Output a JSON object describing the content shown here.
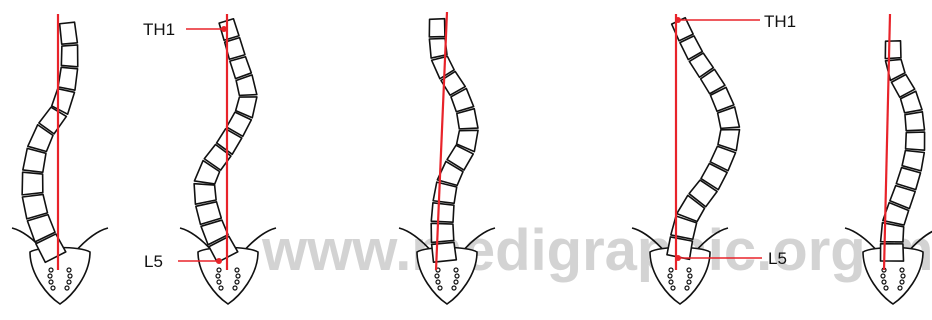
{
  "colors": {
    "plumb_line": "#e8232a",
    "outline": "#111111",
    "watermark": "#cfcfcf"
  },
  "watermark": "www.medigraphic.org.mx",
  "labels": {
    "th1_left": "TH1",
    "l5_left": "L5",
    "th1_right": "TH1",
    "l5_right": "L5"
  }
}
